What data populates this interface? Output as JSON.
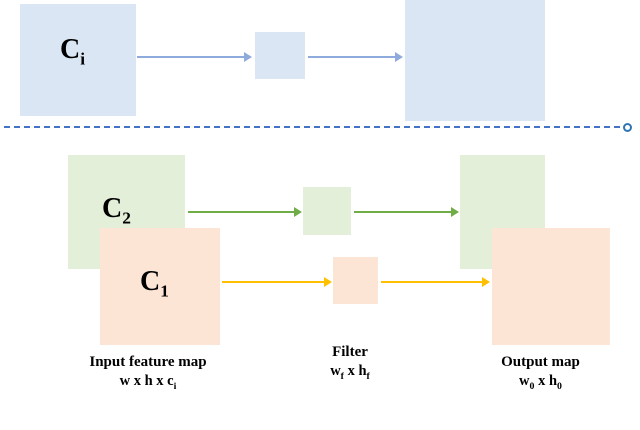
{
  "diagram": {
    "top_row": {
      "input_label": {
        "base": "C",
        "sub": "i"
      }
    },
    "bottom_rows": {
      "c2_label": {
        "base": "C",
        "sub": "2"
      },
      "c1_label": {
        "base": "C",
        "sub": "1"
      }
    },
    "captions": {
      "input": {
        "title": "Input feature map",
        "dims_text": "w x h x c",
        "dims_sub": "i"
      },
      "filter": {
        "title": "Filter",
        "dims": {
          "b1": "w",
          "s1": "f",
          "mid": " x ",
          "b2": "h",
          "s2": "f"
        }
      },
      "output": {
        "title": "Output map",
        "dims": {
          "b1": "w",
          "s1": "0",
          "mid": " x ",
          "b2": "h",
          "s2": "0"
        }
      }
    },
    "colors": {
      "blue_fill": "#dbe6f4",
      "blue_arrow": "#8faadc",
      "divider_blue": "#4472c4",
      "green_fill": "#e3efd9",
      "green_arrow": "#70ad47",
      "orange_fill": "#fce5d5",
      "orange_arrow": "#ffc000",
      "text": "#000000"
    }
  }
}
